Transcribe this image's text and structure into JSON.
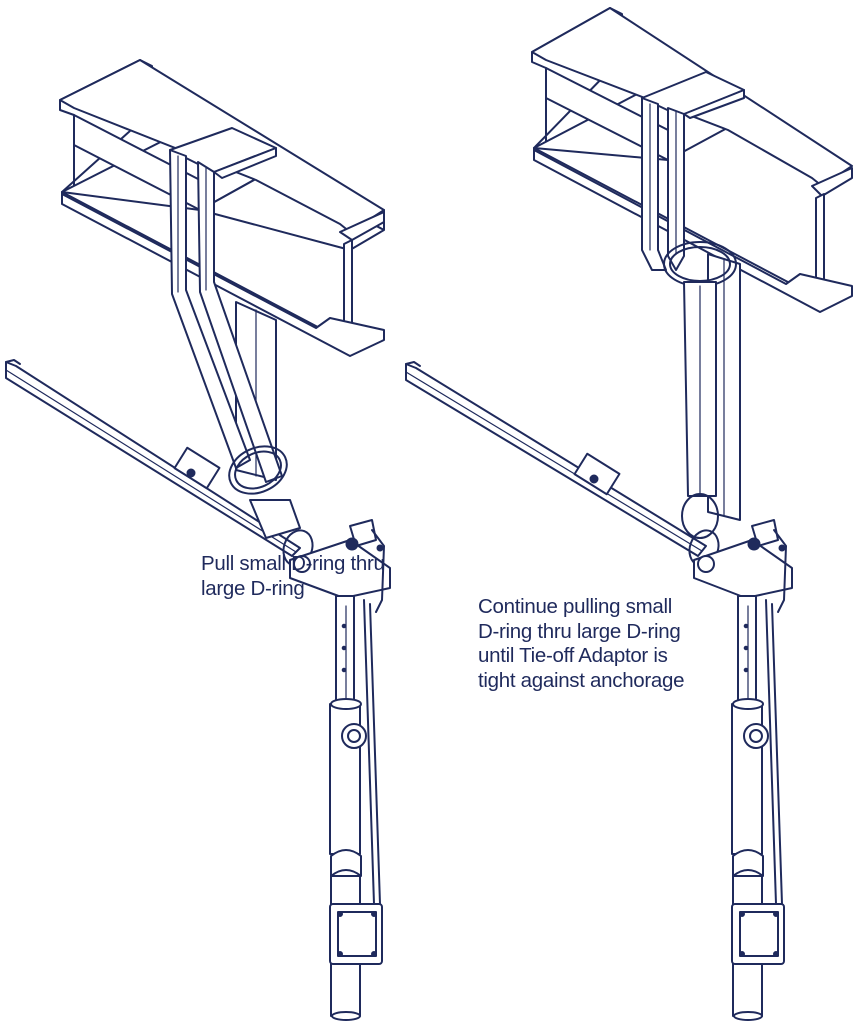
{
  "captions": {
    "left": [
      "Pull small D-ring thru",
      "large D-ring"
    ],
    "right": [
      "Continue pulling small",
      "D-ring thru large D-ring",
      "until Tie-off Adaptor is",
      "tight against anchorage"
    ]
  },
  "colors": {
    "ink": "#1f2a5c",
    "background": "#ffffff"
  },
  "panels": [
    "step-pull-small-d-ring",
    "step-continue-pulling"
  ]
}
